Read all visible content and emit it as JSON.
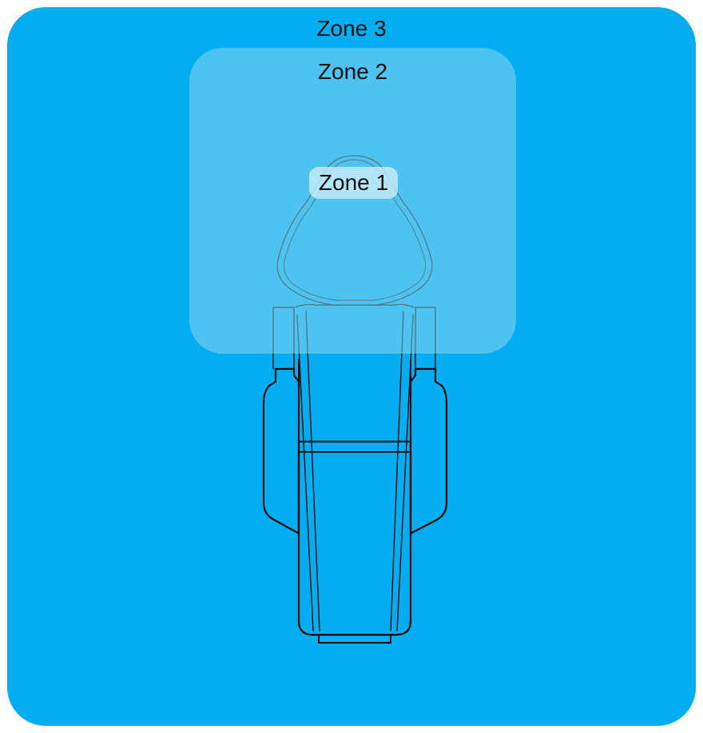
{
  "zones": {
    "outer": {
      "label": "Zone 3",
      "color": "#03adef"
    },
    "middle": {
      "label": "Zone 2",
      "color": "#8cd6f0"
    },
    "inner": {
      "label": "Zone 1",
      "color": "#d7f0fa"
    }
  },
  "illustration": "dental-chair-icon"
}
